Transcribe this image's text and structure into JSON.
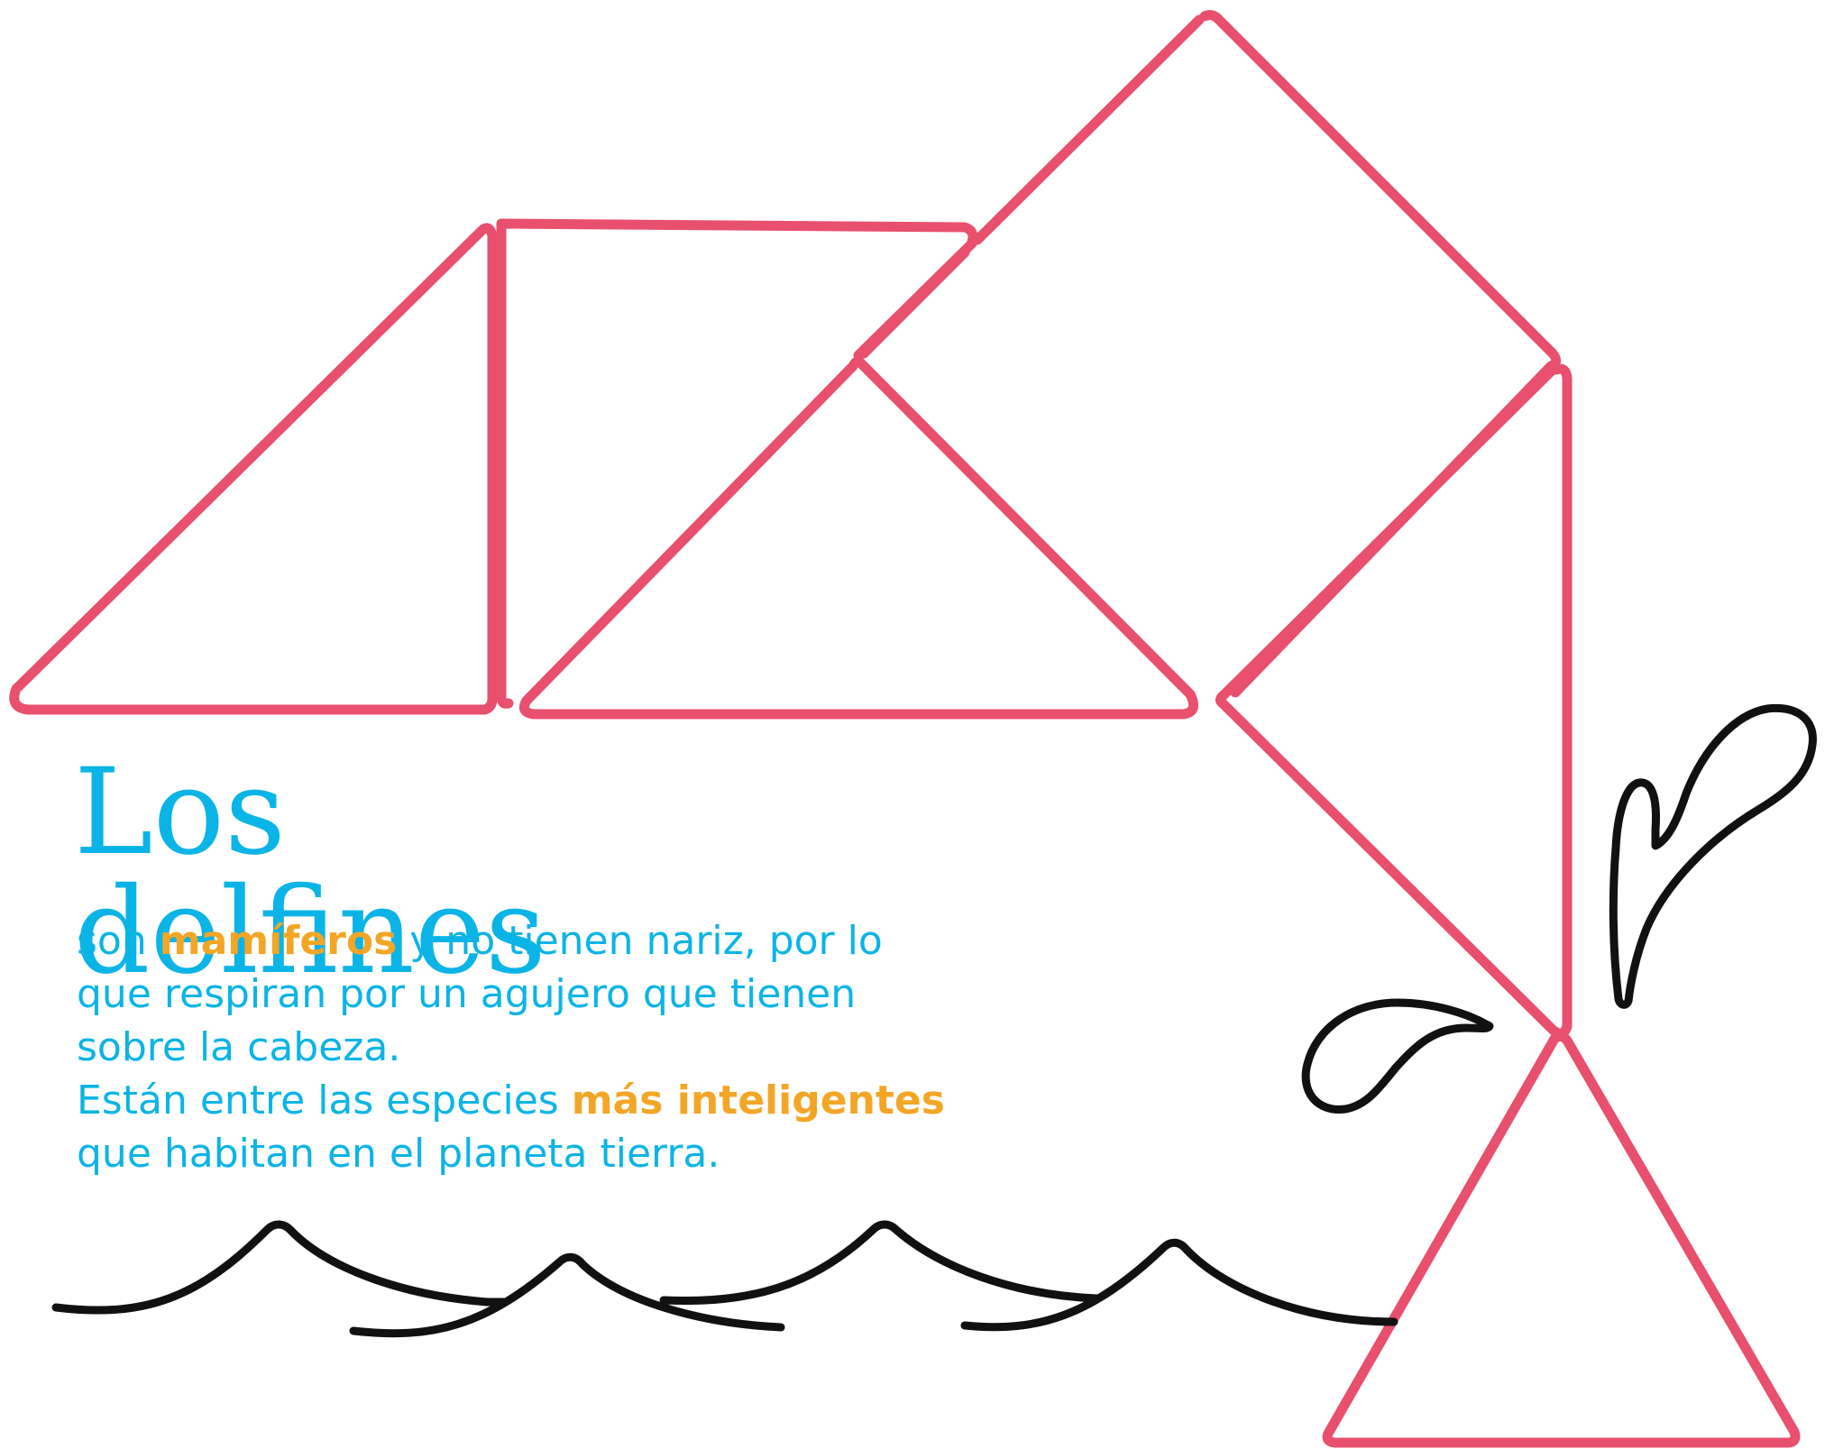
{
  "colors": {
    "title": "#0bb4e6",
    "text": "#0bb4e6",
    "highlight": "#f3a626",
    "shape_outline": "#e8506e",
    "doodle": "#111111",
    "background": "#ffffff"
  },
  "title": "Los delfines",
  "paragraph": {
    "line1_before": "son ",
    "line1_highlight": "mamíferos",
    "line1_after": " y no tienen nariz, por lo",
    "line2": "que respiran por un agujero que tienen",
    "line3": "sobre la cabeza.",
    "line4_before": "Están entre las especies ",
    "line4_highlight": "más inteligentes",
    "line5": "que habitan en el planeta tierra."
  },
  "illustration": {
    "subject": "tangram-dolphin",
    "pieces": [
      "triangle",
      "square",
      "triangle",
      "parallelogram",
      "triangle"
    ],
    "decorations": [
      "water-splash-icon",
      "water-drop-icon",
      "waves"
    ]
  }
}
